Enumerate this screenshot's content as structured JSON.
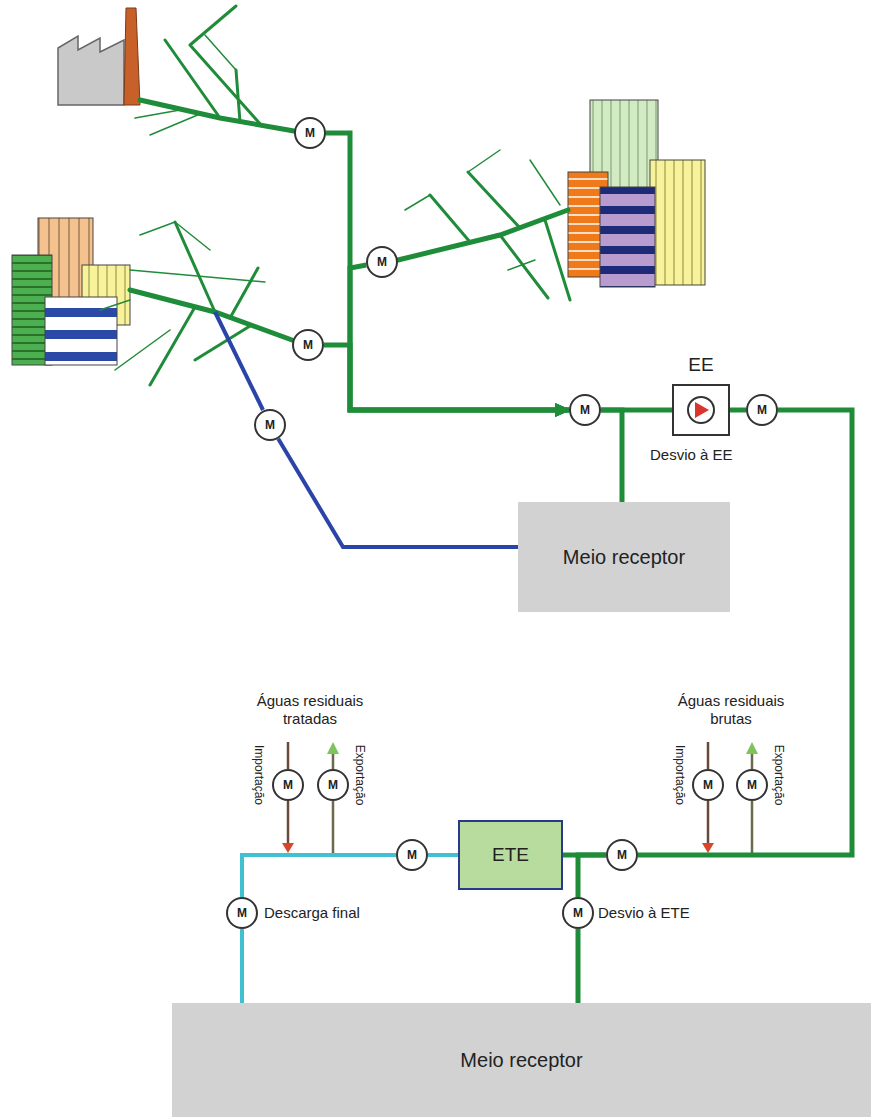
{
  "diagram": {
    "nodes": [
      {
        "text": [
          "M"
        ]
      },
      {
        "text": [
          "M"
        ]
      },
      {
        "text": [
          "M"
        ]
      },
      {
        "text": [
          "EE"
        ]
      },
      {
        "text": [
          "M"
        ]
      },
      {
        "text": [
          "M"
        ]
      },
      {
        "text": [
          "M"
        ]
      },
      {
        "text": [
          "Meio receptor"
        ]
      },
      {
        "text": [
          "M"
        ]
      },
      {
        "text": [
          "M"
        ]
      },
      {
        "text": [
          "M"
        ]
      },
      {
        "text": [
          "M"
        ]
      },
      {
        "text": [
          "M"
        ]
      },
      {
        "text": [
          "ETE"
        ]
      },
      {
        "text": [
          "M"
        ]
      },
      {
        "text": [
          "M"
        ]
      },
      {
        "text": [
          "M"
        ]
      },
      {
        "text": [
          "Meio receptor"
        ]
      }
    ],
    "edges": [
      {
        "from": 0,
        "to": 4,
        "arrow": "to"
      },
      {
        "from": 1,
        "to": 4,
        "arrow": "to"
      },
      {
        "from": 2,
        "to": 4,
        "arrow": "to"
      },
      {
        "from": 4,
        "to": 3,
        "arrow": "none"
      },
      {
        "from": 4,
        "to": 7,
        "arrow": "none"
      },
      {
        "from": 3,
        "to": 5,
        "arrow": "none"
      },
      {
        "from": 5,
        "to": 14,
        "arrow": "none"
      },
      {
        "from": 14,
        "to": 13,
        "arrow": "none"
      },
      {
        "from": 14,
        "to": 16,
        "arrow": "none"
      },
      {
        "from": 16,
        "to": 17,
        "arrow": "none"
      },
      {
        "from": 13,
        "to": 12,
        "arrow": "none"
      },
      {
        "from": 12,
        "to": 15,
        "arrow": "none"
      },
      {
        "from": 15,
        "to": 17,
        "arrow": "none"
      },
      {
        "from": 6,
        "to": 7,
        "arrow": "none"
      }
    ],
    "labels": [
      "Águas residuais tratadas",
      "Importação",
      "Exportação",
      "Águas residuais brutas",
      "Importação",
      "Exportação",
      "Desvio à EE",
      "Descarga final",
      "Desvio à ETE"
    ]
  }
}
